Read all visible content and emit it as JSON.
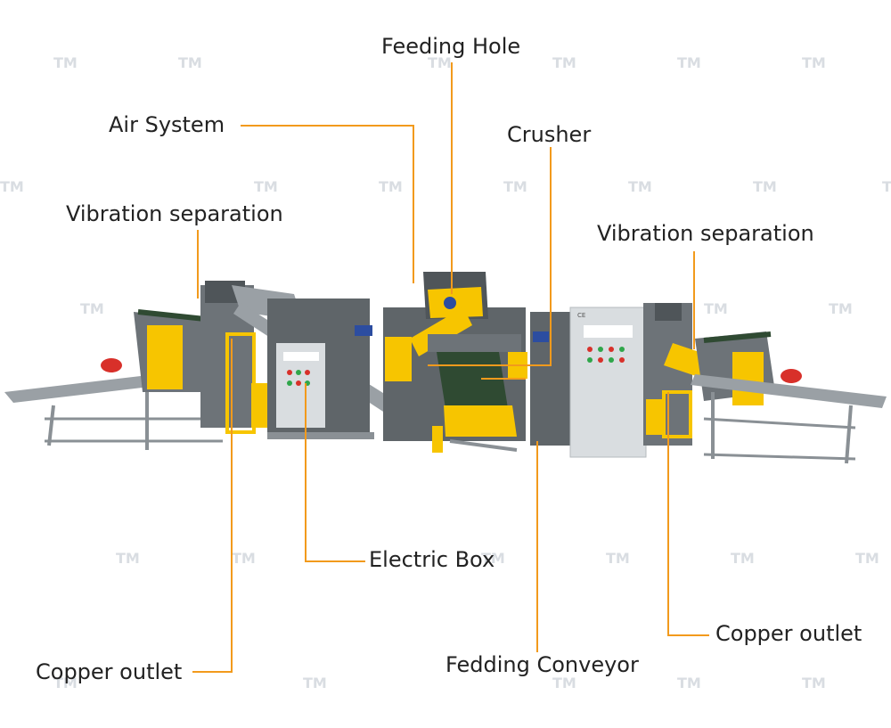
{
  "labels": {
    "feeding_hole": "Feeding Hole",
    "air_system": "Air System",
    "crusher": "Crusher",
    "vibration_left": "Vibration separation",
    "vibration_right": "Vibration separation",
    "electric_box": "Electric Box",
    "copper_outlet_left": "Copper outlet",
    "copper_outlet_right": "Copper outlet",
    "feeding_conveyor": "Fedding Conveyor"
  },
  "watermark": "TM",
  "panel_badge": "CE",
  "colors": {
    "leader": "#f29a1c",
    "machine_gray": "#6d7378",
    "machine_dark": "#4f5559",
    "accent_yellow": "#f7c500",
    "cabinet": "#d9dde0",
    "frame": "#8a9095",
    "motor_red": "#d8302a",
    "belt_green": "#2f4a32"
  }
}
